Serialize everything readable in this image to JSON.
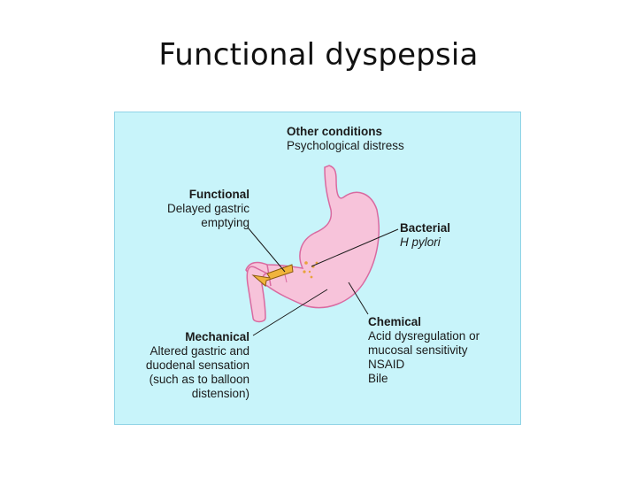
{
  "title": "Functional dyspepsia",
  "diagram": {
    "other": {
      "heading": "Other conditions",
      "lines": [
        "Psychological distress"
      ]
    },
    "functional": {
      "heading": "Functional",
      "lines": [
        "Delayed gastric",
        "emptying"
      ]
    },
    "bacterial": {
      "heading": "Bacterial",
      "lines": [
        "H pylori"
      ]
    },
    "chemical": {
      "heading": "Chemical",
      "lines": [
        "Acid dysregulation or",
        "mucosal sensitivity",
        "NSAID",
        "Bile"
      ]
    },
    "mechanical": {
      "heading": "Mechanical",
      "lines": [
        "Altered gastric and",
        "duodenal sensation",
        "(such as to balloon",
        "distension)"
      ]
    },
    "colors": {
      "background": "#c8f4fa",
      "stomach": "#f7c3da",
      "stomach_outline": "#d96aa0",
      "arrow": "#f0b43c"
    }
  }
}
